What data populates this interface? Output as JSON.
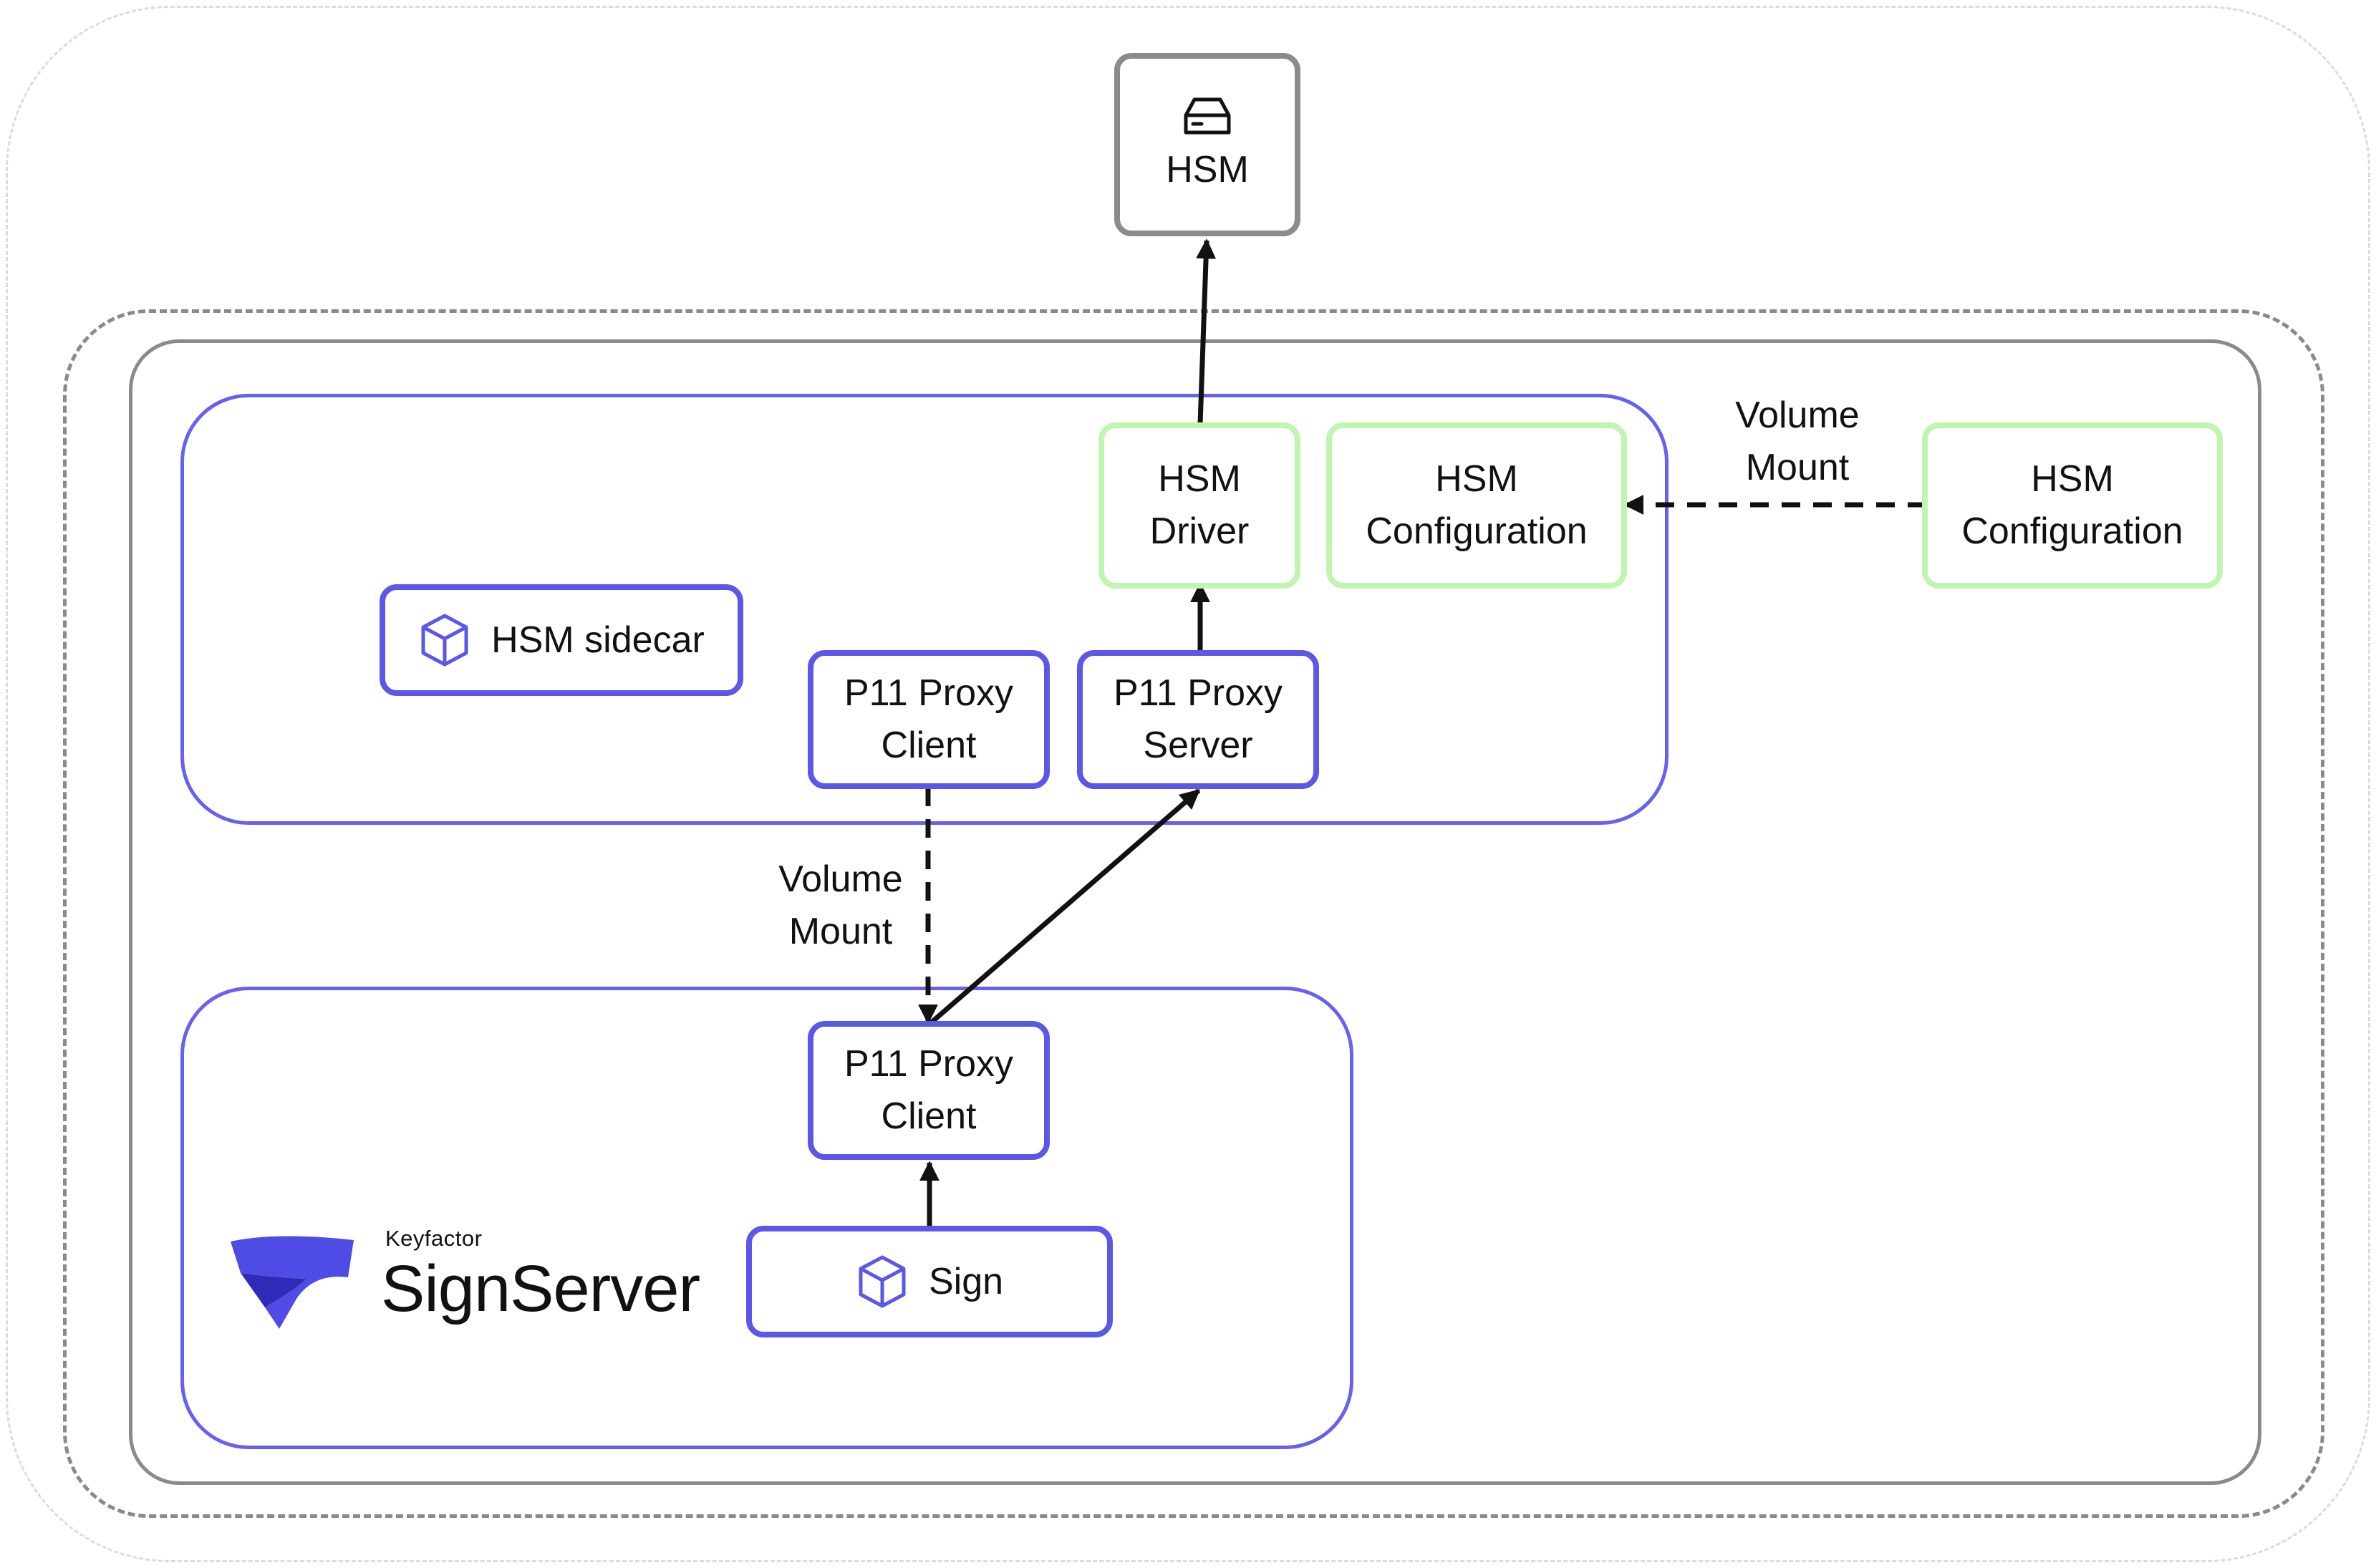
{
  "hsm": {
    "label": "HSM",
    "icon": "hard-drive-icon"
  },
  "hsm_driver": {
    "line1": "HSM",
    "line2": "Driver"
  },
  "hsm_config_inner": {
    "line1": "HSM",
    "line2": "Configuration"
  },
  "hsm_config_outer": {
    "line1": "HSM",
    "line2": "Configuration"
  },
  "volume_mount_right": {
    "line1": "Volume",
    "line2": "Mount"
  },
  "volume_mount_middle": {
    "line1": "Volume",
    "line2": "Mount"
  },
  "hsm_sidecar": {
    "label": "HSM sidecar",
    "icon": "cube-icon"
  },
  "p11_client_sidecar": {
    "line1": "P11 Proxy",
    "line2": "Client"
  },
  "p11_server": {
    "line1": "P11 Proxy",
    "line2": "Server"
  },
  "p11_client_signserver": {
    "line1": "P11 Proxy",
    "line2": "Client"
  },
  "sign": {
    "label": "Sign",
    "icon": "cube-icon"
  },
  "logo": {
    "brand": "Keyfactor",
    "product": "SignServer"
  },
  "colors": {
    "blue": "#5b58e8",
    "green": "#bff5b0",
    "gray": "#8b8b8b"
  }
}
